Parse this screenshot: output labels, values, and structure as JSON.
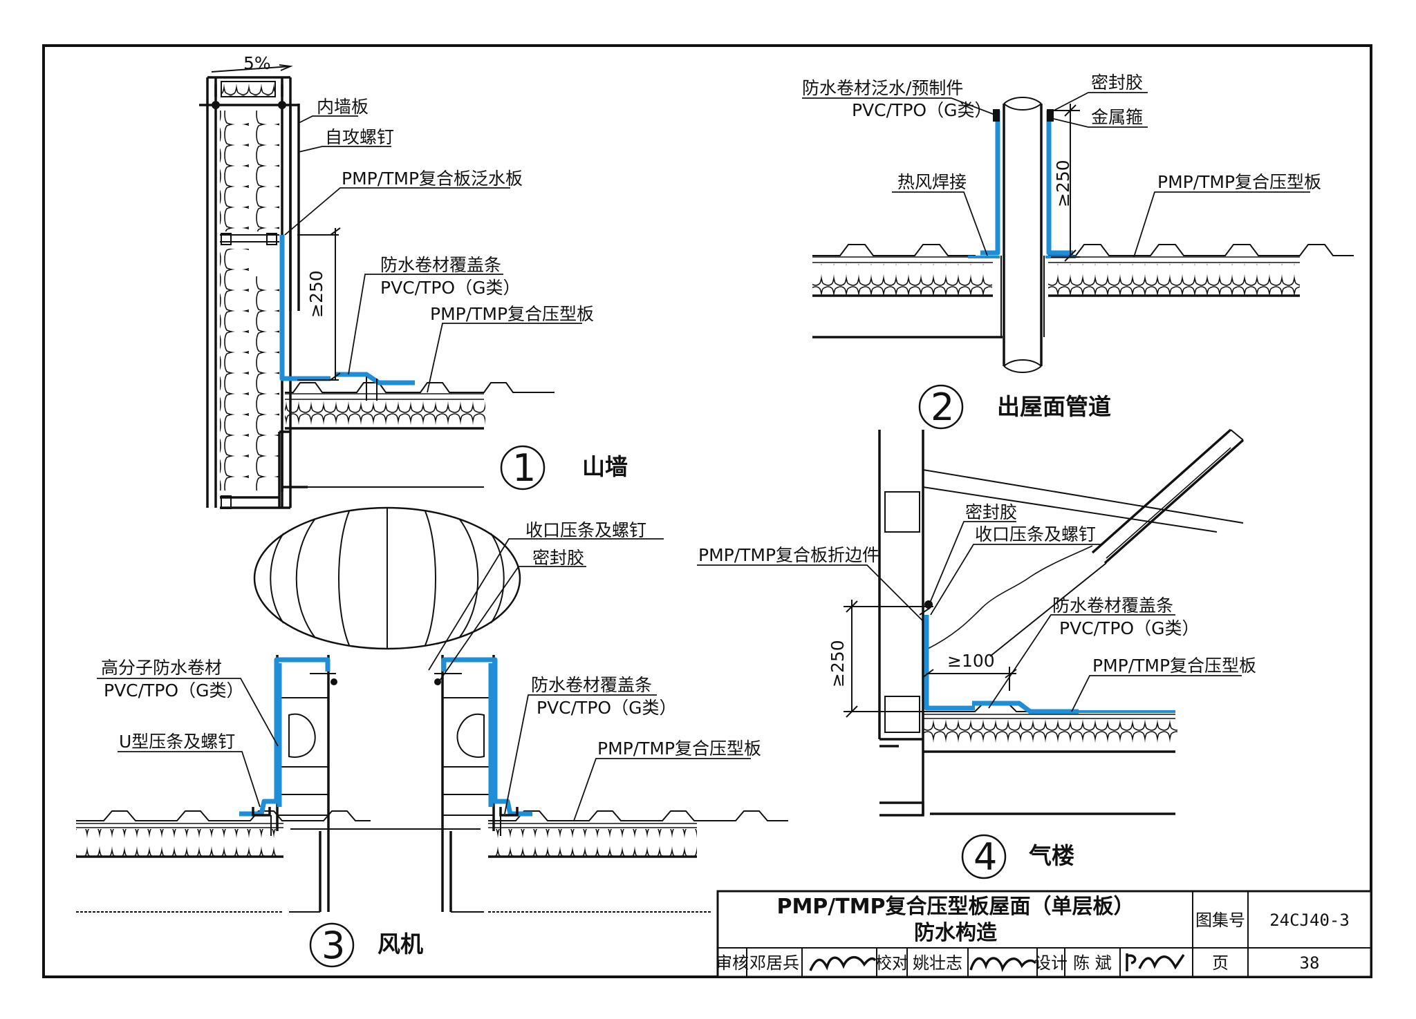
{
  "details": {
    "d1": {
      "number": "1",
      "title": "山墙",
      "slope": "5%",
      "dim": "≥250",
      "labels": {
        "inner_panel": "内墙板",
        "screw": "自攻螺钉",
        "flashing": "PMP/TMP复合板泛水板",
        "cover_strip": "防水卷材覆盖条",
        "cover_strip_type": "PVC/TPO（G类）",
        "roof_panel": "PMP/TMP复合压型板"
      }
    },
    "d2": {
      "number": "2",
      "title": "出屋面管道",
      "dim": "≥250",
      "labels": {
        "flashing": "防水卷材泛水/预制件",
        "flashing_type": "PVC/TPO（G类）",
        "sealant": "密封胶",
        "clamp": "金属箍",
        "welding": "热风焊接",
        "roof_panel": "PMP/TMP复合压型板"
      }
    },
    "d3": {
      "number": "3",
      "title": "风机",
      "labels": {
        "closure": "收口压条及螺钉",
        "sealant": "密封胶",
        "membrane": "高分子防水卷材",
        "membrane_type": "PVC/TPO（G类）",
        "u_strip": "U型压条及螺钉",
        "cover_strip": "防水卷材覆盖条",
        "cover_strip_type": "PVC/TPO（G类）",
        "roof_panel": "PMP/TMP复合压型板"
      }
    },
    "d4": {
      "number": "4",
      "title": "气楼",
      "dim_vertical": "≥250",
      "dim_horizontal": "≥100",
      "labels": {
        "sealant": "密封胶",
        "closure": "收口压条及螺钉",
        "fold_piece": "PMP/TMP复合板折边件",
        "cover_strip": "防水卷材覆盖条",
        "cover_strip_type": "PVC/TPO（G类）",
        "roof_panel": "PMP/TMP复合压型板"
      }
    }
  },
  "title_block": {
    "title_line1": "PMP/TMP复合压型板屋面（单层板）",
    "title_line2": "防水构造",
    "atlas_label": "图集号",
    "atlas_no": "24CJ40-3",
    "page_label": "页",
    "page_no": "38",
    "review_label": "审核",
    "reviewer": "邓居兵",
    "check_label": "校对",
    "checker": "姚壮志",
    "design_label": "设计",
    "designer": "陈 斌",
    "sig_reviewer": "邓居兵",
    "sig_checker": "姚壮志",
    "sig_designer": "陈斌"
  },
  "colors": {
    "membrane": "#1e8fd6",
    "line": "#111111"
  }
}
